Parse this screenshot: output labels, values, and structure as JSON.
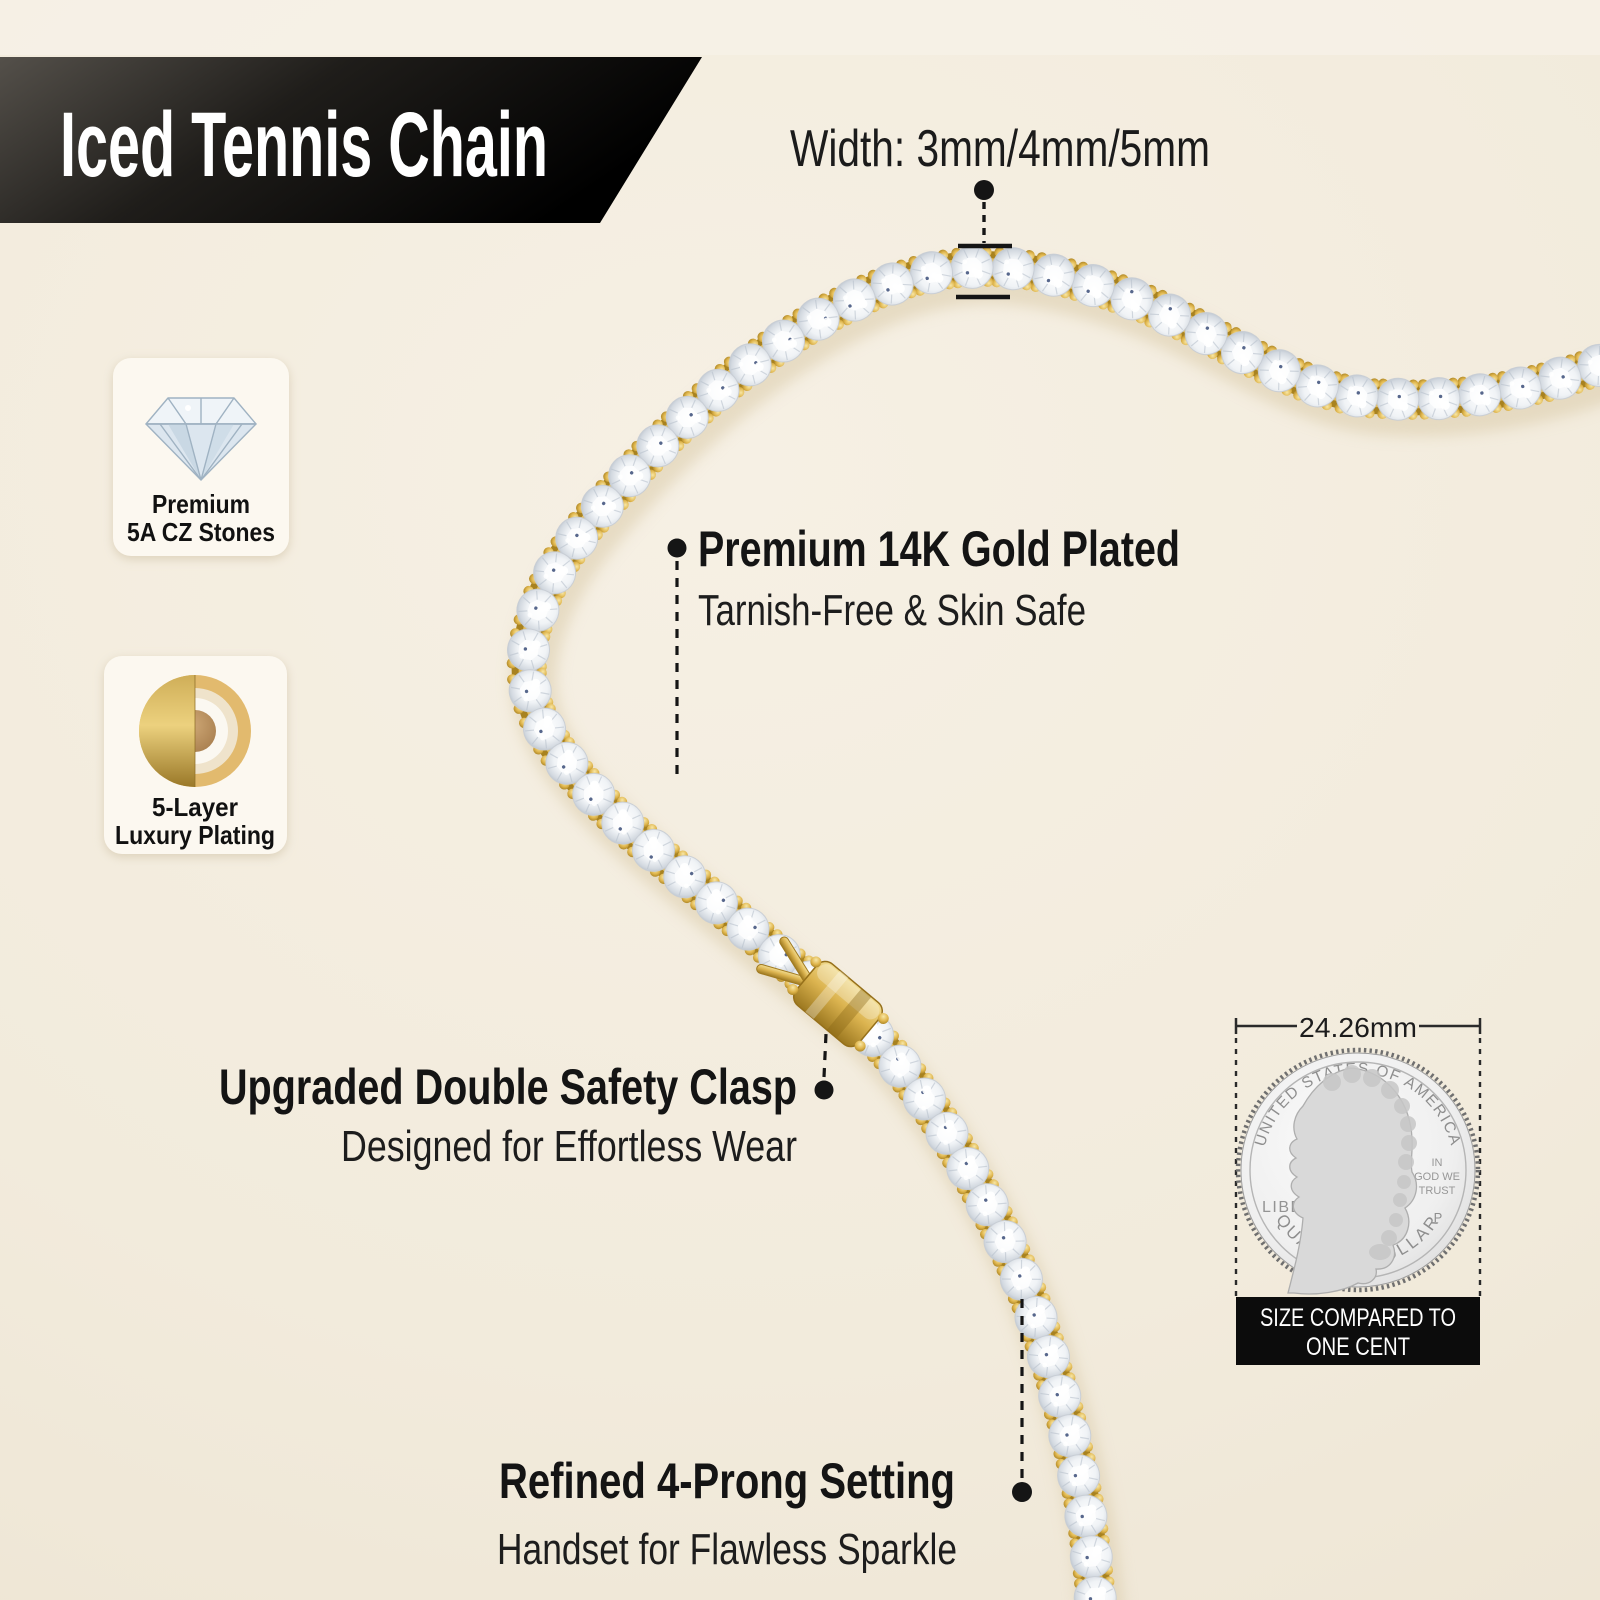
{
  "meta": {
    "background": "#f2ebdc",
    "accent_gold": "#d4aa3e",
    "stone_color": "#eef1f5",
    "ink": "#161616",
    "banner_bg": "#0a0a0a"
  },
  "banner": {
    "title": "Iced Tennis Chain"
  },
  "annotations": {
    "width": {
      "label": "Width: 3mm/4mm/5mm"
    },
    "gold": {
      "title": "Premium 14K Gold Plated",
      "subtitle": "Tarnish-Free & Skin Safe"
    },
    "clasp": {
      "title": "Upgraded Double Safety Clasp",
      "subtitle": "Designed for Effortless Wear"
    },
    "prong": {
      "title": "Refined 4-Prong Setting",
      "subtitle": "Handset for Flawless Sparkle"
    }
  },
  "features": [
    {
      "icon": "diamond-icon",
      "line1": "Premium",
      "line2": "5A CZ Stones"
    },
    {
      "icon": "plating-layers-icon",
      "line1": "5-Layer",
      "line2": "Luxury Plating"
    }
  ],
  "coin": {
    "size_label": "24.26mm",
    "caption_line1": "SIZE COMPARED TO",
    "caption_line2": "ONE CENT",
    "engraving_top": "UNITED STATES OF AMERICA",
    "engraving_bottom": "QUARTER DOLLAR",
    "engraving_left": "LIBERTY",
    "motto_line1": "IN",
    "motto_line2": "GOD WE",
    "motto_line3": "TRUST",
    "mint_mark": "P"
  }
}
